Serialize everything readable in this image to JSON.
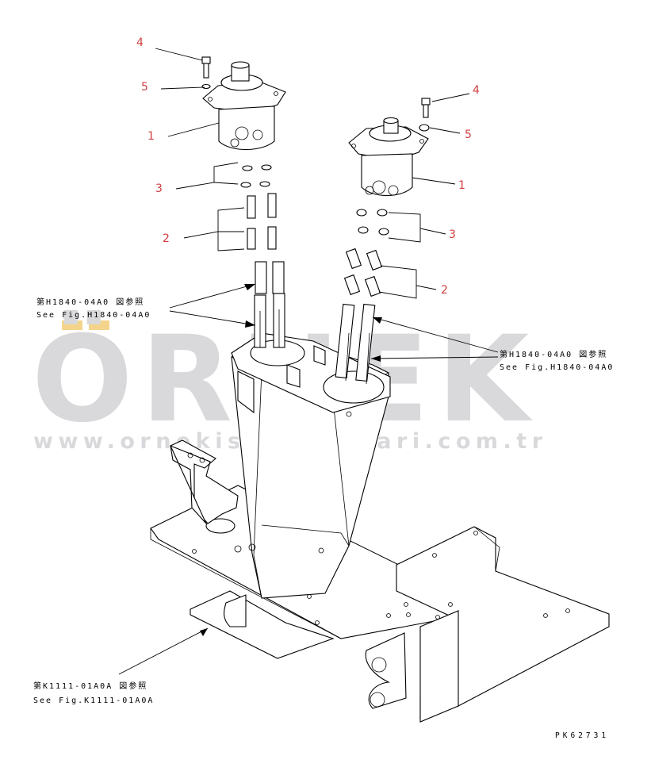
{
  "watermark": {
    "brand": "ÖRNEK",
    "url": "www.ornekismakinalari.com.tr",
    "accent_color": "#f4d48a",
    "text_color": "#d9d9dc"
  },
  "callouts": [
    {
      "id": "4a",
      "label": "4"
    },
    {
      "id": "5a",
      "label": "5"
    },
    {
      "id": "1a",
      "label": "1"
    },
    {
      "id": "3a",
      "label": "3"
    },
    {
      "id": "2a",
      "label": "2"
    },
    {
      "id": "4b",
      "label": "4"
    },
    {
      "id": "5b",
      "label": "5"
    },
    {
      "id": "1b",
      "label": "1"
    },
    {
      "id": "3b",
      "label": "3"
    },
    {
      "id": "2b",
      "label": "2"
    }
  ],
  "references": {
    "left_top": {
      "jp": "第H1840-04A0 図参照",
      "en": "See Fig.H1840-04A0"
    },
    "right": {
      "jp": "第H1840-04A0 図参照",
      "en": "See Fig.H1840-04A0"
    },
    "bottom": {
      "jp": "第K1111-01A0A 図参照",
      "en": "See Fig.K1111-01A0A"
    }
  },
  "drawing_code": "PK62731",
  "callout_color": "#d04040"
}
